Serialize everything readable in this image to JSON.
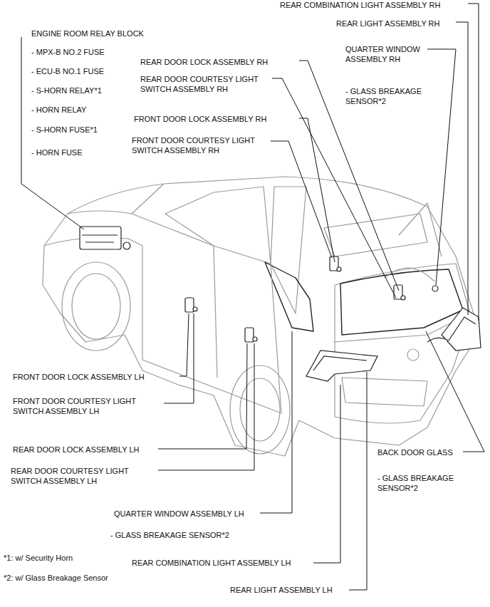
{
  "diagram": {
    "labels": [
      "ENGINE ROOM RELAY BLOCK",
      "- MPX-B NO.2 FUSE",
      "- ECU-B NO.1 FUSE",
      "- S-HORN RELAY*1",
      "- HORN RELAY",
      "- S-HORN FUSE*1",
      "- HORN FUSE",
      "REAR COMBINATION LIGHT ASSEMBLY RH",
      "REAR LIGHT ASSEMBLY RH",
      "REAR DOOR LOCK ASSEMBLY RH",
      "REAR DOOR COURTESY LIGHT SWITCH ASSEMBLY RH",
      "QUARTER WINDOW ASSEMBLY RH",
      "- GLASS BREAKAGE SENSOR*2",
      "FRONT DOOR LOCK ASSEMBLY RH",
      "FRONT DOOR COURTESY LIGHT SWITCH ASSEMBLY RH",
      "BACK DOOR GLASS",
      "- GLASS BREAKAGE SENSOR*2",
      "FRONT DOOR LOCK ASSEMBLY LH",
      "FRONT DOOR COURTESY LIGHT SWITCH ASSEMBLY LH",
      "REAR DOOR LOCK ASSEMBLY LH",
      "REAR DOOR COURTESY LIGHT SWITCH ASSEMBLY LH",
      "QUARTER WINDOW ASSEMBLY LH",
      "- GLASS BREAKAGE SENSOR*2",
      "REAR COMBINATION LIGHT ASSEMBLY LH",
      "REAR LIGHT ASSEMBLY LH",
      "*1: w/ Security Horn",
      "*2: w/ Glass Breakage Sensor"
    ]
  }
}
